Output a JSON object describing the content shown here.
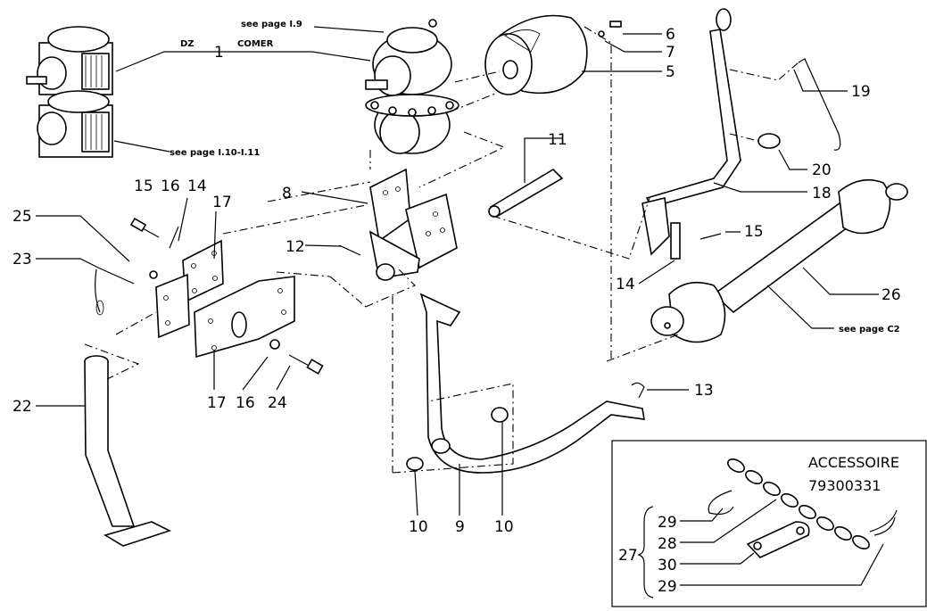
{
  "labels": {
    "dz": "DZ",
    "comer": "COMER",
    "see_l9": "see page I.9",
    "see_l10": "see page I.10-I.11",
    "see_c2": "see page C2",
    "accessoire_title": "ACCESSOIRE",
    "accessoire_code": "79300331"
  },
  "numbers": {
    "n1": "1",
    "n5": "5",
    "n6": "6",
    "n7": "7",
    "n8": "8",
    "n9": "9",
    "n10a": "10",
    "n10b": "10",
    "n11": "11",
    "n12": "12",
    "n13": "13",
    "n14a": "14",
    "n14b": "14",
    "n15a": "15",
    "n15b": "15",
    "n16a": "16",
    "n16b": "16",
    "n17a": "17",
    "n17b": "17",
    "n18": "18",
    "n19": "19",
    "n20": "20",
    "n22": "22",
    "n23": "23",
    "n24": "24",
    "n25": "25",
    "n26": "26",
    "n27": "27",
    "n28": "28",
    "n29a": "29",
    "n29b": "29",
    "n30": "30"
  }
}
